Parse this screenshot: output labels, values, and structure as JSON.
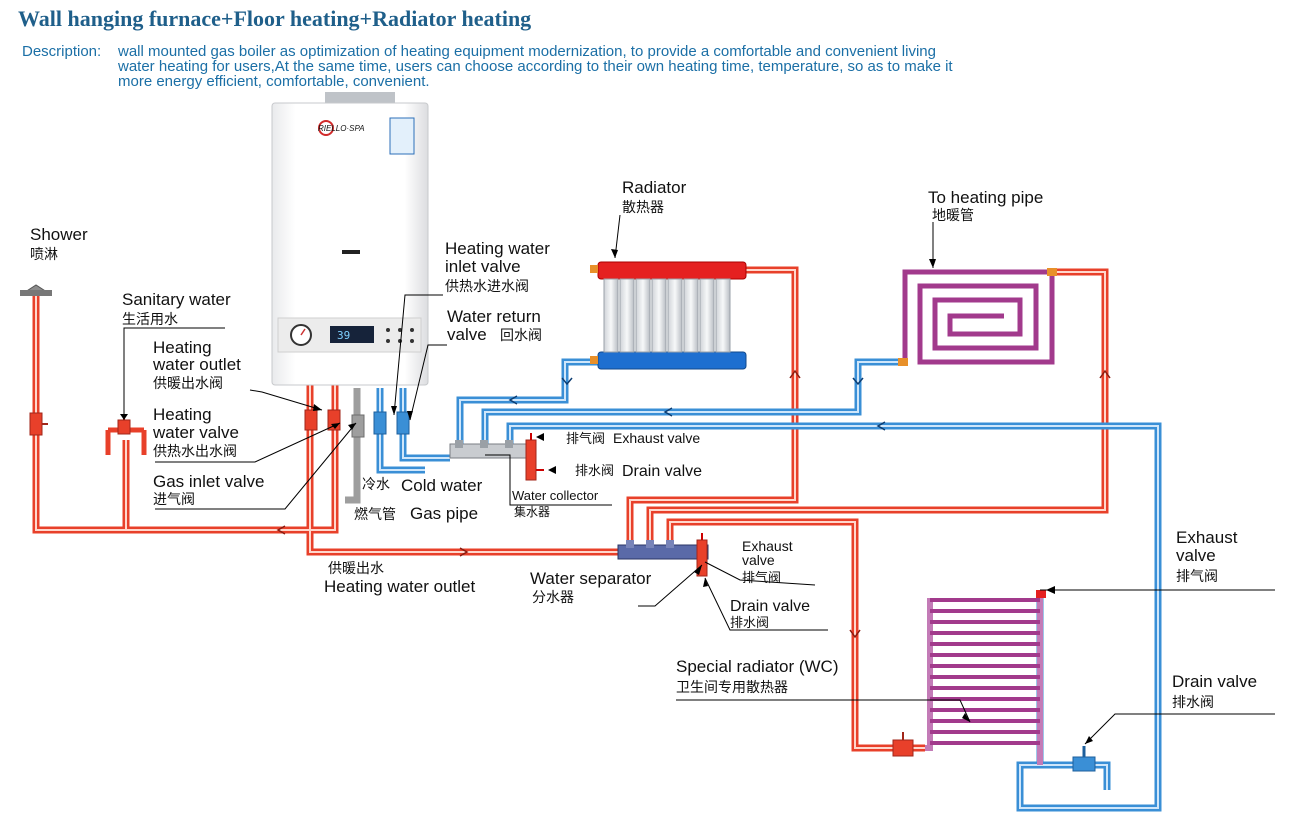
{
  "header": {
    "title": "Wall hanging furnace+Floor heating+Radiator heating",
    "description_label": "Description:",
    "description_lines": [
      "wall mounted gas boiler as optimization of heating equipment modernization, to provide a comfortable and convenient living",
      "water heating for users,At the same time, users can choose according to their own heating time, temperature, so as to make it",
      "more energy efficient, comfortable, convenient."
    ]
  },
  "boiler": {
    "brand": "RIELLO·SPA",
    "display": "39"
  },
  "colors": {
    "hot": "#e8402a",
    "cold": "#3a8fd6",
    "gas": "#9e9e9e",
    "floor": "#a23a8c",
    "radiator_top": "#e52020",
    "radiator_bottom": "#1e6fd0"
  },
  "labels": {
    "shower": {
      "en": "Shower",
      "cn": "喷淋"
    },
    "sanitary": {
      "en": "Sanitary water",
      "cn": "生活用水"
    },
    "heating_outlet": {
      "en1": "Heating",
      "en2": "water outlet",
      "cn": "供暖出水阀"
    },
    "heating_valve": {
      "en1": "Heating",
      "en2": "water valve",
      "cn": "供热水出水阀"
    },
    "gas_inlet": {
      "en": "Gas inlet valve",
      "cn": "进气阀"
    },
    "heating_inlet": {
      "en1": "Heating water",
      "en2": "inlet valve",
      "cn": "供热水进水阀"
    },
    "water_return": {
      "en1": "Water return",
      "en2": "valve",
      "cn": "回水阀"
    },
    "radiator": {
      "en": "Radiator",
      "cn": "散热器"
    },
    "to_heating_pipe": {
      "en": "To heating pipe",
      "cn": "地暖管"
    },
    "exhaust_valve_1": {
      "cn": "排气阀",
      "en": "Exhaust valve"
    },
    "drain_valve_1": {
      "cn": "排水阀",
      "en": "Drain valve"
    },
    "water_collector": {
      "en": "Water collector",
      "cn": "集水器"
    },
    "cold_water": {
      "cn": "冷水",
      "en": "Cold water"
    },
    "gas_pipe": {
      "cn": "燃气管",
      "en": "Gas pipe"
    },
    "heating_water_outlet": {
      "cn": "供暖出水",
      "en": "Heating water outlet"
    },
    "water_separator": {
      "en": "Water separator",
      "cn": "分水器"
    },
    "exhaust_valve_2": {
      "en1": "Exhaust",
      "en2": "valve",
      "cn": "排气阀"
    },
    "drain_valve_2": {
      "en": "Drain valve",
      "cn": "排水阀"
    },
    "special_radiator": {
      "en": "Special radiator (WC)",
      "cn": "卫生间专用散热器"
    },
    "exhaust_valve_3": {
      "en1": "Exhaust",
      "en2": "valve",
      "cn": "排气阀"
    },
    "drain_valve_3": {
      "en": "Drain valve",
      "cn": "排水阀"
    }
  }
}
